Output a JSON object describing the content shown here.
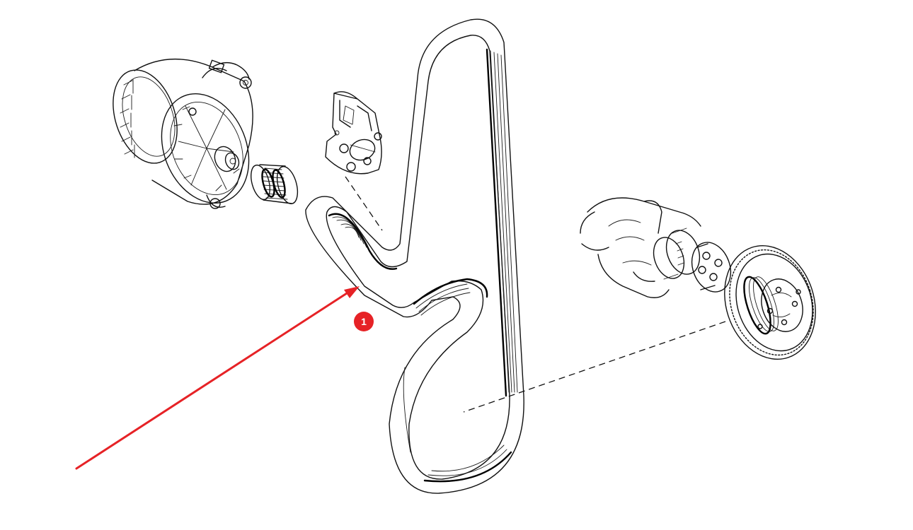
{
  "callout": {
    "label": "1",
    "color": "#e62226",
    "text_color": "#ffffff"
  },
  "arrow": {
    "color": "#e62226"
  },
  "components": [
    {
      "name": "alternator",
      "icon": "alternator-icon"
    },
    {
      "name": "alternator-pulley",
      "icon": "pulley-icon"
    },
    {
      "name": "belt-tensioner",
      "icon": "tensioner-icon"
    },
    {
      "name": "ribbed-drive-belt",
      "icon": "belt-icon"
    },
    {
      "name": "crankshaft",
      "icon": "crankshaft-icon"
    },
    {
      "name": "crankshaft-pulley",
      "icon": "pulley-icon"
    }
  ]
}
